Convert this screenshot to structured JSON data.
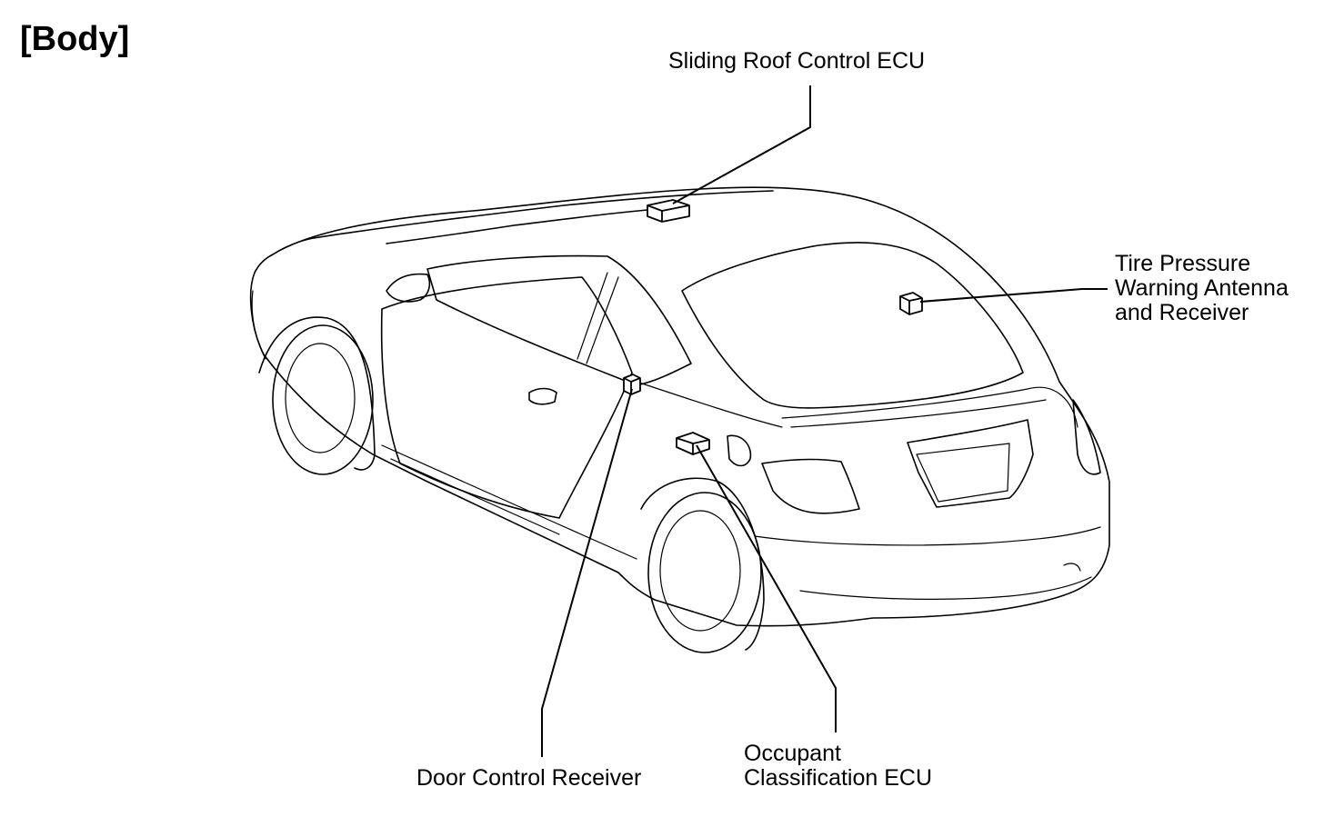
{
  "title": "[Body]",
  "components": {
    "sliding_roof_ecu": {
      "label": "Sliding Roof Control ECU"
    },
    "tire_pressure": {
      "lines": [
        "Tire Pressure",
        "Warning Antenna",
        "and Receiver"
      ]
    },
    "door_control": {
      "label": "Door Control Receiver"
    },
    "occupant_ecu": {
      "lines": [
        "Occupant",
        "Classification ECU"
      ]
    }
  }
}
